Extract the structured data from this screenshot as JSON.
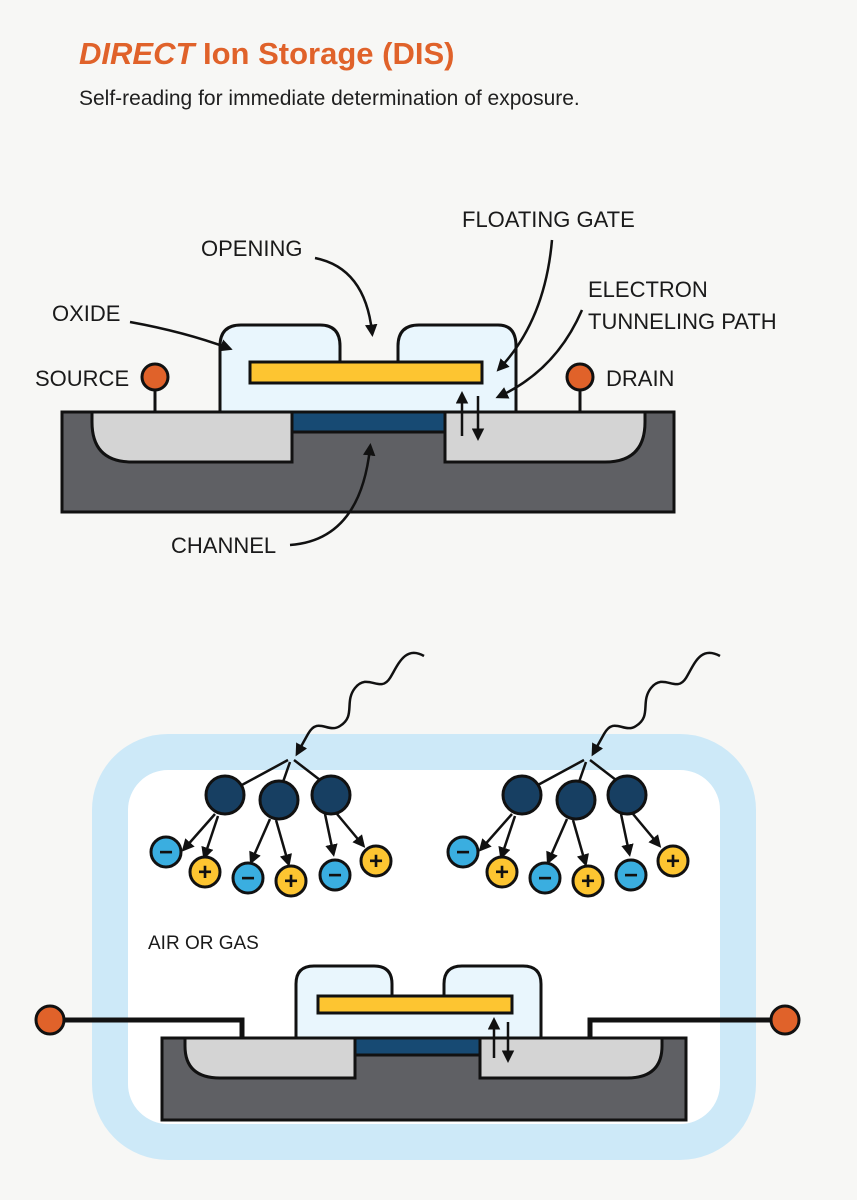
{
  "header": {
    "title_italic": "DIRECT",
    "title_rest": " Ion Storage (DIS)",
    "subtitle": "Self-reading for immediate determination of exposure."
  },
  "diagram1": {
    "labels": {
      "floating_gate": "FLOATING GATE",
      "opening": "OPENING",
      "electron_line1": "ELECTRON",
      "electron_line2": "TUNNELING PATH",
      "oxide": "OXIDE",
      "source": "SOURCE",
      "drain": "DRAIN",
      "channel": "CHANNEL"
    }
  },
  "diagram2": {
    "labels": {
      "air_or_gas": "AIR OR GAS",
      "minus": "−",
      "plus": "+"
    }
  },
  "colors": {
    "orange": "#e0622a",
    "gate_yellow": "#fdc531",
    "substrate": "#5f6064",
    "well": "#d4d4d4",
    "channel": "#174a73",
    "oxide": "#e9f6fd",
    "chamber": "#cde9f8",
    "molecule": "#173f62",
    "electron": "#3aaee0",
    "ion": "#fdc531"
  },
  "icons": {
    "terminal": "orange-dot-terminal",
    "radiation": "wavy-radiation-arrow",
    "electron": "minus-circle-icon",
    "ion": "plus-circle-icon"
  }
}
